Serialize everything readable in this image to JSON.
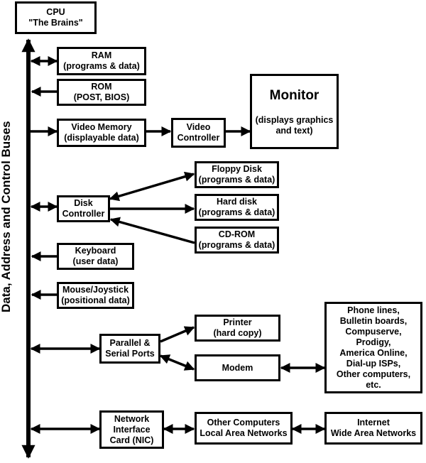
{
  "bus_label": "Data, Address and Control Buses",
  "cpu": {
    "line1": "CPU",
    "line2": "\"The Brains\""
  },
  "ram": {
    "line1": "RAM",
    "line2": "(programs & data)"
  },
  "rom": {
    "line1": "ROM",
    "line2": "(POST, BIOS)"
  },
  "video_memory": {
    "line1": "Video Memory",
    "line2": "(displayable data)"
  },
  "video_controller": {
    "line1": "Video",
    "line2": "Controller"
  },
  "monitor": {
    "title": "Monitor",
    "line1": "(displays graphics",
    "line2": "and text)"
  },
  "floppy": {
    "line1": "Floppy Disk",
    "line2": "(programs & data)"
  },
  "disk_controller": {
    "line1": "Disk",
    "line2": "Controller"
  },
  "hard_disk": {
    "line1": "Hard disk",
    "line2": "(programs & data)"
  },
  "cdrom": {
    "line1": "CD-ROM",
    "line2": "(programs & data)"
  },
  "keyboard": {
    "line1": "Keyboard",
    "line2": "(user data)"
  },
  "mouse": {
    "line1": "Mouse/Joystick",
    "line2": "(positional data)"
  },
  "parallel_serial": {
    "line1": "Parallel &",
    "line2": "Serial Ports"
  },
  "printer": {
    "line1": "Printer",
    "line2": "(hard copy)"
  },
  "modem": {
    "line1": "Modem"
  },
  "phone": {
    "lines": [
      "Phone lines,",
      "Bulletin boards,",
      "Compuserve,",
      "Prodigy,",
      "America Online,",
      "Dial-up ISPs,",
      "Other computers,",
      "etc."
    ]
  },
  "nic": {
    "line1": "Network",
    "line2": "Interface",
    "line3": "Card (NIC)"
  },
  "lan": {
    "line1": "Other Computers",
    "line2": "Local Area Networks"
  },
  "internet": {
    "line1": "Internet",
    "line2": "Wide Area Networks"
  }
}
